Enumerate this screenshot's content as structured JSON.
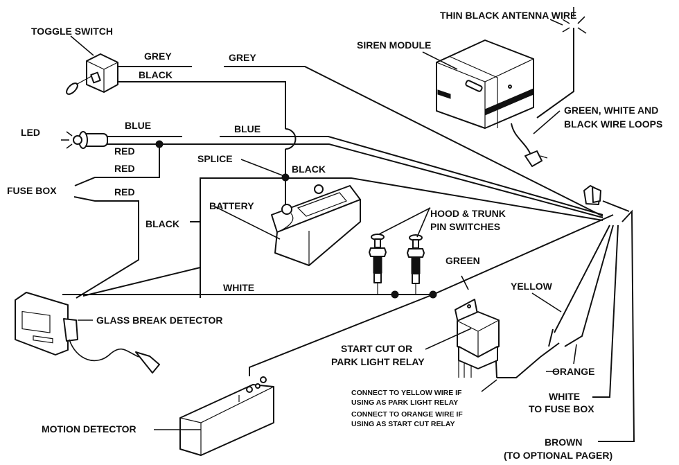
{
  "diagram": {
    "title": "Car alarm wiring diagram",
    "components": {
      "toggle_switch": "TOGGLE SWITCH",
      "led": "LED",
      "fuse_box": "FUSE BOX",
      "splice": "SPLICE",
      "battery": "BATTERY",
      "siren_module": "SIREN MODULE",
      "antenna": "THIN BLACK ANTENNA WIRE",
      "wire_loops_line1": "GREEN, WHITE AND",
      "wire_loops_line2": "BLACK WIRE LOOPS",
      "pin_switches_line1": "HOOD & TRUNK",
      "pin_switches_line2": "PIN SWITCHES",
      "glass_break": "GLASS BREAK DETECTOR",
      "motion_detector": "MOTION DETECTOR",
      "relay_line1": "START CUT OR",
      "relay_line2": "PARK LIGHT RELAY"
    },
    "wires": {
      "grey_switch": "GREY",
      "black_switch": "BLACK",
      "grey_main": "GREY",
      "blue_led": "BLUE",
      "blue_main": "BLUE",
      "red_led": "RED",
      "red_fuse1": "RED",
      "red_fuse2": "RED",
      "black_splice": "BLACK",
      "black_left": "BLACK",
      "white_main": "WHITE",
      "green": "GREEN",
      "yellow": "YELLOW",
      "orange": "ORANGE",
      "white_fuse_line1": "WHITE",
      "white_fuse_line2": "TO FUSE BOX",
      "brown_line1": "BROWN",
      "brown_line2": "(TO OPTIONAL PAGER)"
    },
    "notes": {
      "yellow_line1": "CONNECT TO YELLOW WIRE IF",
      "yellow_line2": "USING AS PARK LIGHT RELAY",
      "orange_line1": "CONNECT TO ORANGE WIRE IF",
      "orange_line2": "USING AS START CUT RELAY"
    }
  }
}
